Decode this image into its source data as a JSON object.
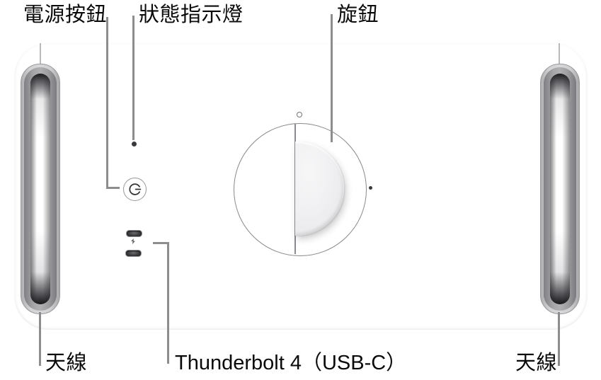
{
  "callouts": {
    "power_button_label": "電源按鈕",
    "status_light_label": "狀態指示燈",
    "knob_label": "旋鈕",
    "antenna_left_label": "天線",
    "thunderbolt_label": "Thunderbolt 4（USB-C）",
    "antenna_right_label": "天線"
  },
  "icons": {
    "power": "power-icon",
    "thunderbolt": "thunderbolt-icon"
  },
  "colors": {
    "background": "#ffffff",
    "device_body": "#e9e9eb",
    "antenna_ring": "#d2d2d4",
    "antenna_core_highlight": "#ffffff",
    "callout_line": "#8d8d90",
    "label_text": "#0a0a0a",
    "port_fill": "#3b3b3e",
    "status_dot": "#39393c",
    "knob_outline": "#88888c"
  }
}
